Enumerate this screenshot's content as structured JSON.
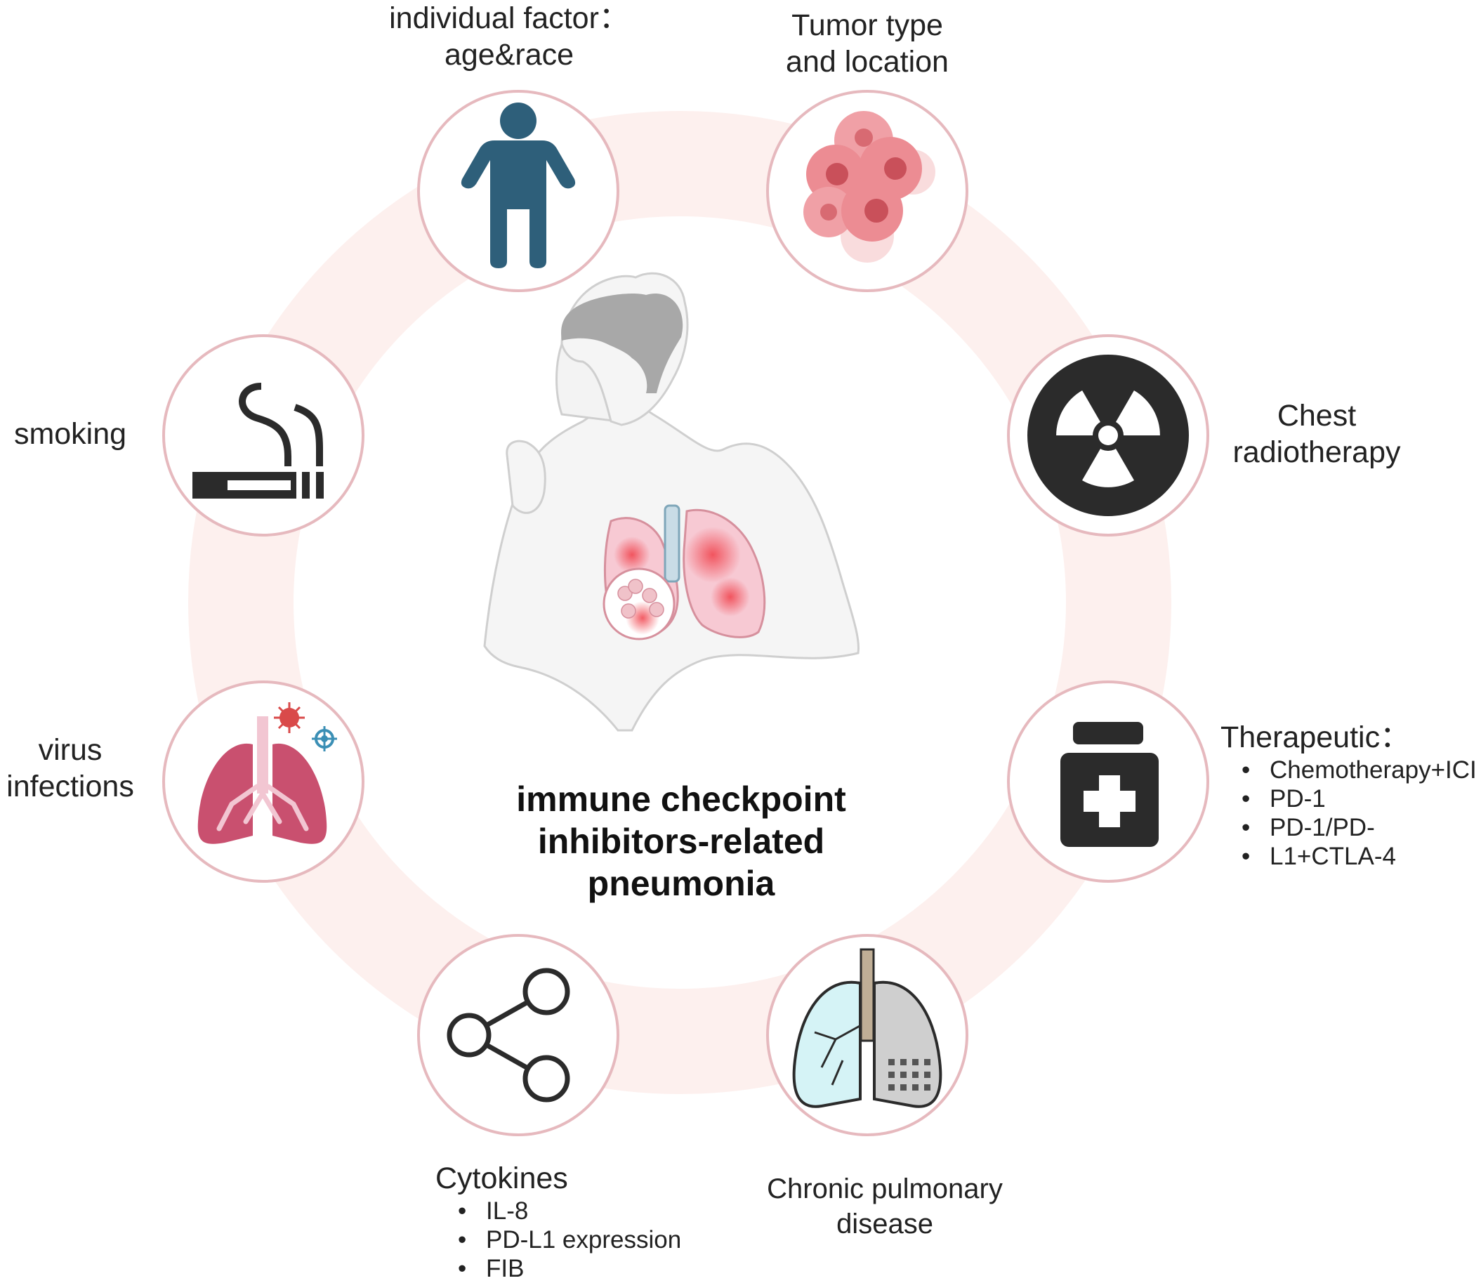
{
  "center": {
    "title_lines": [
      "immune checkpoint",
      "inhibitors-related",
      "pneumonia"
    ]
  },
  "factors": {
    "individual": {
      "lines": [
        "individual factor：",
        "age&race"
      ],
      "icon": "person-icon"
    },
    "tumor": {
      "lines": [
        "Tumor type",
        "and location"
      ],
      "icon": "tumor-cells-icon"
    },
    "radiotherapy": {
      "lines": [
        "Chest",
        "radiotherapy"
      ],
      "icon": "radiation-icon"
    },
    "therapeutic": {
      "title": "Therapeutic：",
      "items": [
        "Chemotherapy+ICI",
        "PD-1",
        "PD-1/PD-",
        "L1+CTLA-4"
      ],
      "icon": "medicine-bottle-icon"
    },
    "chronic": {
      "lines": [
        "Chronic pulmonary",
        "disease"
      ],
      "icon": "damaged-lungs-icon"
    },
    "cytokines": {
      "title": "Cytokines",
      "items": [
        "IL-8",
        "PD-L1 expression",
        "FIB"
      ],
      "icon": "share-network-icon"
    },
    "virus": {
      "lines": [
        "virus",
        "infections"
      ],
      "icon": "infected-lungs-icon"
    },
    "smoking": {
      "lines": [
        "smoking"
      ],
      "icon": "cigarette-icon"
    }
  },
  "colors": {
    "ring": "#fdf0ee",
    "circle_border": "#e6b9be",
    "person": "#2e5f7a",
    "tumor": "#e77f86",
    "dark_icon": "#2b2b2b",
    "lung_pink": "#c9506f",
    "lung_light": "#f2c6d2"
  }
}
